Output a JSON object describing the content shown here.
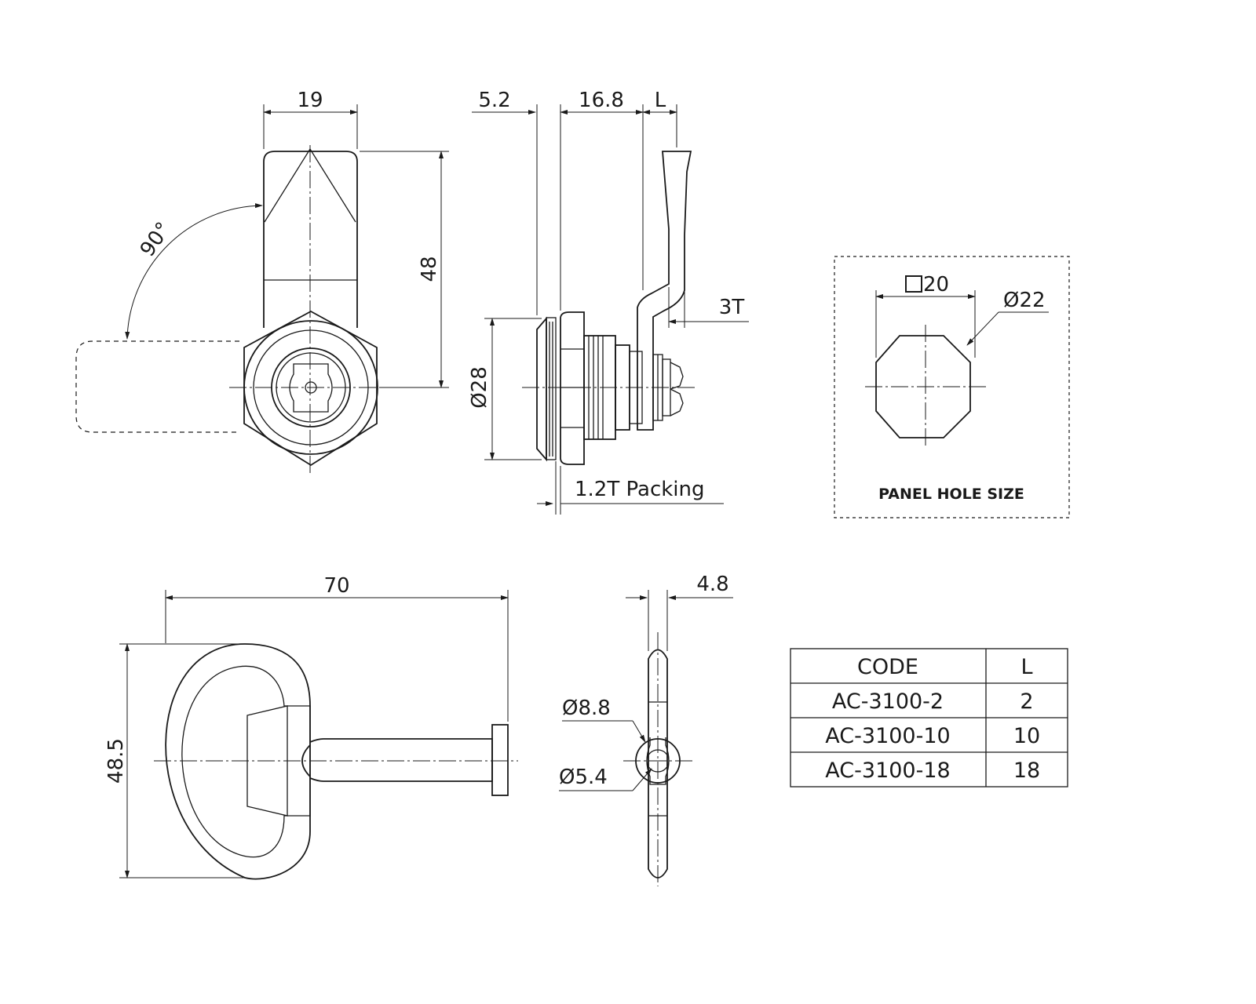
{
  "front_view": {
    "dim_width": "19",
    "dim_height": "48",
    "angle": "90°"
  },
  "side_view": {
    "dim_flange": "5.2",
    "dim_body": "16.8",
    "dim_l": "L",
    "dim_thickness": "3T",
    "dim_diameter": "Ø28",
    "packing": "1.2T Packing"
  },
  "panel_hole": {
    "square": "20",
    "diameter": "Ø22",
    "title": "PANEL HOLE SIZE"
  },
  "key_view": {
    "dim_length": "70",
    "dim_height": "48.5"
  },
  "key_side": {
    "dim_thickness": "4.8",
    "dim_outer": "Ø8.8",
    "dim_inner": "Ø5.4"
  },
  "code_table": {
    "headers": [
      "CODE",
      "L"
    ],
    "rows": [
      [
        "AC-3100-2",
        "2"
      ],
      [
        "AC-3100-10",
        "10"
      ],
      [
        "AC-3100-18",
        "18"
      ]
    ]
  }
}
